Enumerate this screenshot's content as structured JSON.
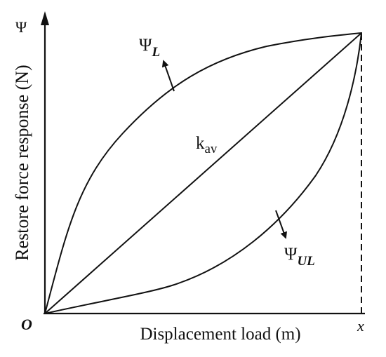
{
  "diagram": {
    "y_axis_symbol": "Ψ",
    "y_axis_label": "Restore force response (N)",
    "x_axis_label": "Displacement load (m)",
    "origin_label": "O",
    "x_end_label": "x",
    "loading_curve": {
      "base": "Ψ",
      "subscript": "L"
    },
    "unloading_curve": {
      "base": "Ψ",
      "subscript": "UL"
    },
    "average_stiffness": {
      "base": "k",
      "subscript": "av"
    }
  }
}
